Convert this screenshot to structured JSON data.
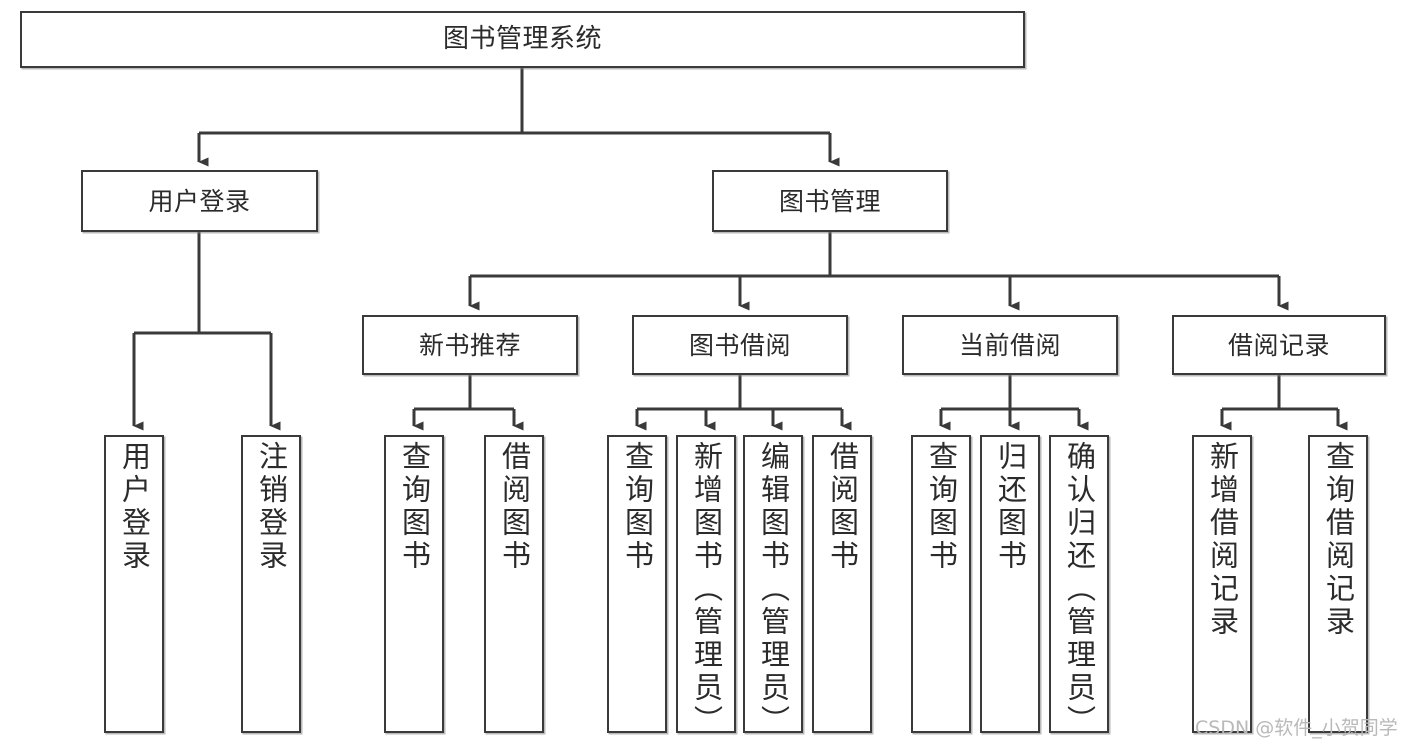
{
  "diagram": {
    "title": "图书管理系统",
    "watermark": "CSDN @软件_小贺同学",
    "line_color": "#3a3a3a",
    "box_fill": "#ffffff",
    "text_color": "#2b2b2b",
    "nodes": {
      "root": {
        "label": "图书管理系统"
      },
      "level2": [
        {
          "label": "用户登录"
        },
        {
          "label": "图书管理"
        }
      ],
      "level3": [
        {
          "label": "新书推荐"
        },
        {
          "label": "图书借阅"
        },
        {
          "label": "当前借阅"
        },
        {
          "label": "借阅记录"
        }
      ],
      "leaves": {
        "user_login": [
          {
            "label": "用户登录"
          },
          {
            "label": "注销登录"
          }
        ],
        "new_book": [
          {
            "label": "查询图书"
          },
          {
            "label": "借阅图书"
          }
        ],
        "book_borrow": [
          {
            "label": "查询图书"
          },
          {
            "label": "新增图书（管理员）"
          },
          {
            "label": "编辑图书（管理员）"
          },
          {
            "label": "借阅图书"
          }
        ],
        "current_borrow": [
          {
            "label": "查询图书"
          },
          {
            "label": "归还图书"
          },
          {
            "label": "确认归还（管理员）"
          }
        ],
        "borrow_record": [
          {
            "label": "新增借阅记录"
          },
          {
            "label": "查询借阅记录"
          }
        ]
      }
    }
  }
}
